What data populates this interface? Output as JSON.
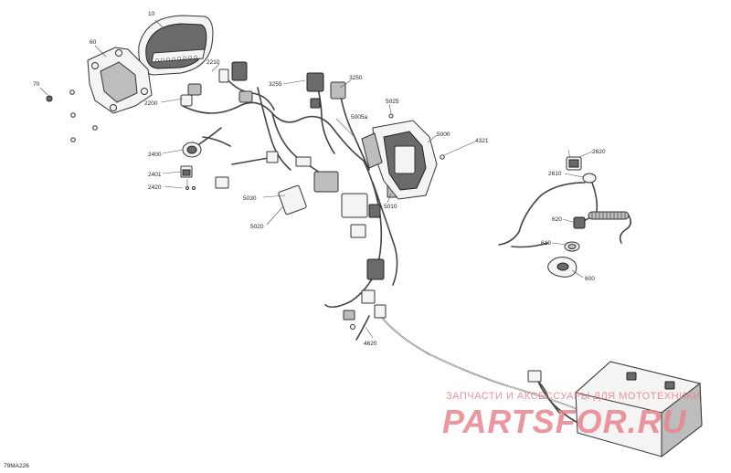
{
  "diagram": {
    "figure_code": "79MA226",
    "callouts": [
      {
        "id": "c10",
        "label": "10"
      },
      {
        "id": "c60",
        "label": "60"
      },
      {
        "id": "c70",
        "label": "70"
      },
      {
        "id": "c2210",
        "label": "2210"
      },
      {
        "id": "c2200",
        "label": "2200"
      },
      {
        "id": "c3255",
        "label": "3255"
      },
      {
        "id": "c3250",
        "label": "3250"
      },
      {
        "id": "c5025",
        "label": "5025"
      },
      {
        "id": "c5005a",
        "label": "5005a"
      },
      {
        "id": "c5000",
        "label": "5000"
      },
      {
        "id": "c4321",
        "label": "4321"
      },
      {
        "id": "c2400",
        "label": "2400"
      },
      {
        "id": "c2401",
        "label": "2401"
      },
      {
        "id": "c2420",
        "label": "2420"
      },
      {
        "id": "c5030",
        "label": "5030"
      },
      {
        "id": "c5020",
        "label": "5020"
      },
      {
        "id": "c5010",
        "label": "5010"
      },
      {
        "id": "c2620",
        "label": "2620"
      },
      {
        "id": "c2610",
        "label": "2610"
      },
      {
        "id": "c620",
        "label": "620"
      },
      {
        "id": "c610",
        "label": "610"
      },
      {
        "id": "c600",
        "label": "600"
      },
      {
        "id": "c4620",
        "label": "4620"
      }
    ]
  },
  "watermark": {
    "line1": "ЗАПЧАСТИ И АКСЕССУАРЫ ДЛЯ МОТОТЕХНИКИ",
    "line2": "PARTSFOR.RU",
    "color": "#e8858f"
  }
}
